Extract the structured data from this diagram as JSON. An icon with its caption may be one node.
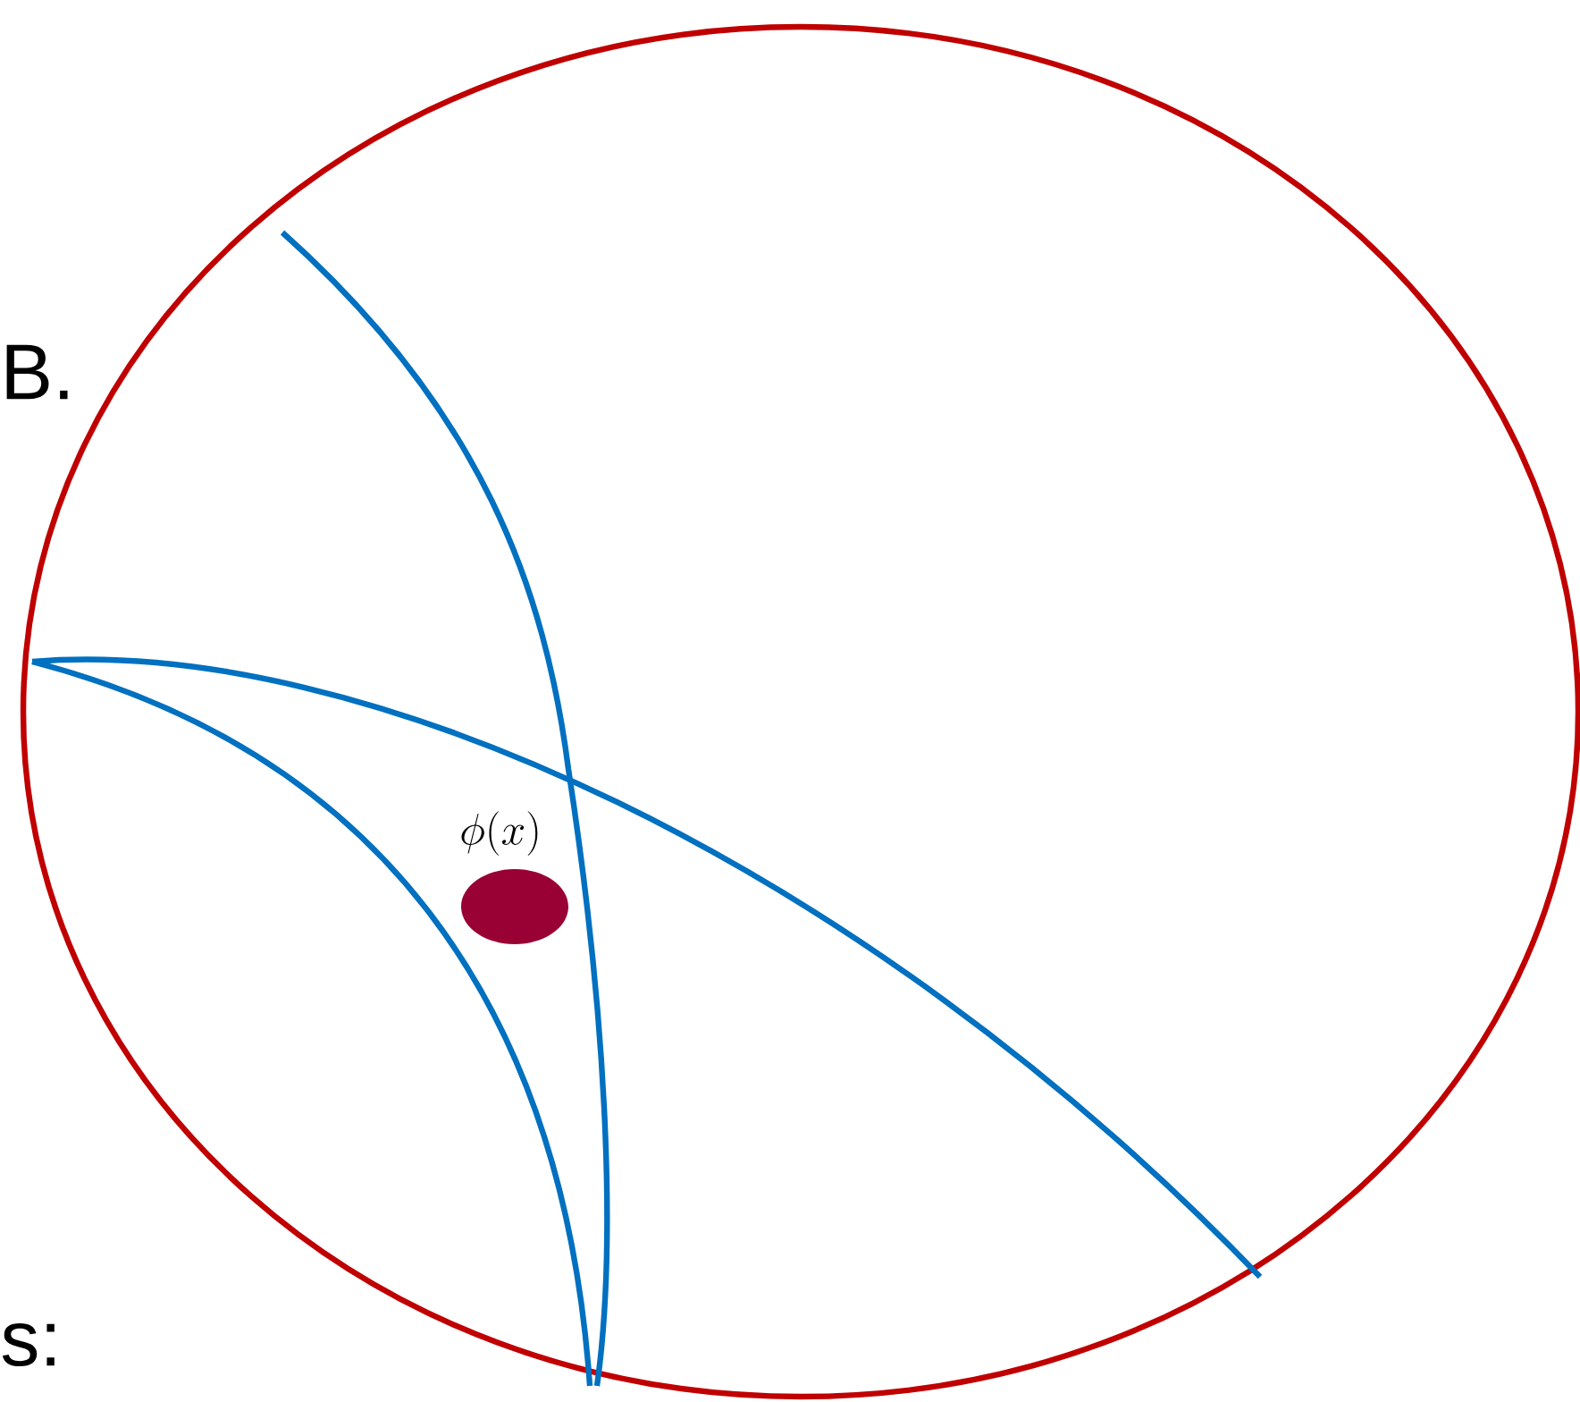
{
  "diagram": {
    "labels": [
      "B.",
      "\\phi(x)",
      "s:"
    ]
  }
}
